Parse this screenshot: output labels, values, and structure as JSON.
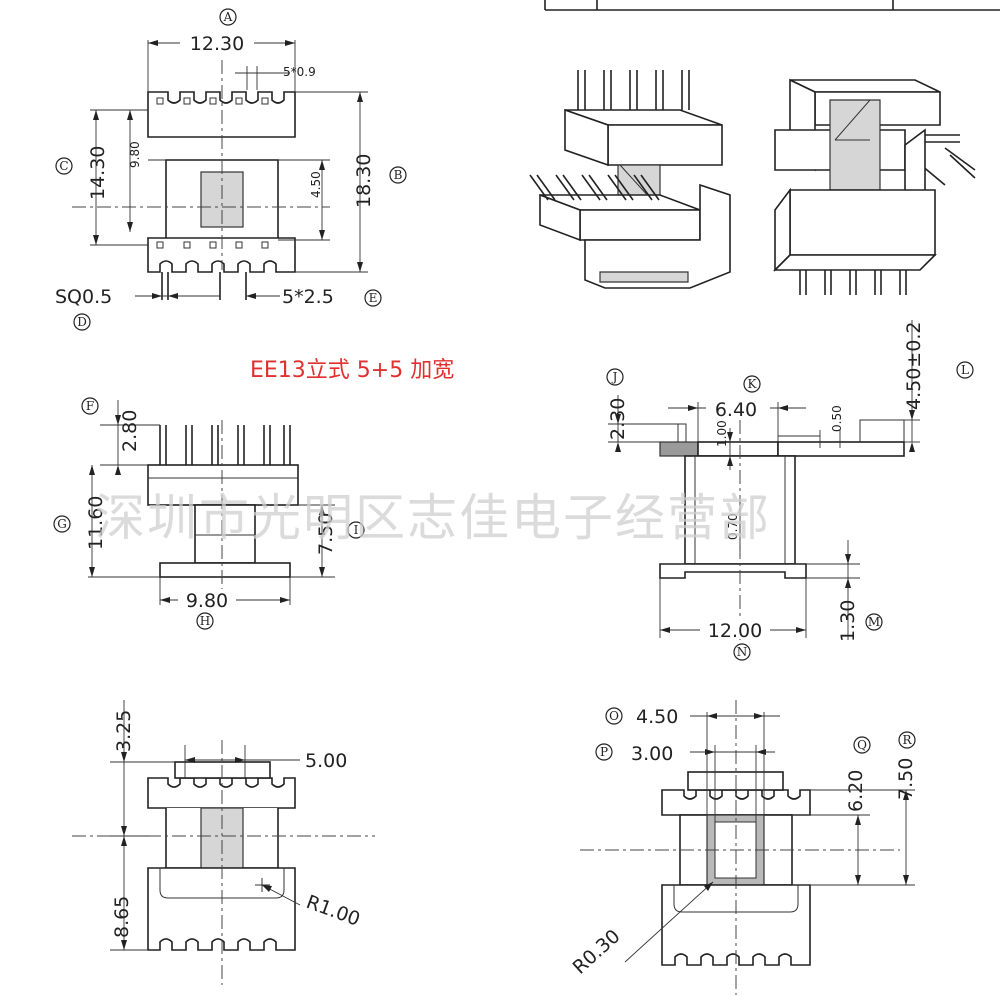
{
  "title": "EE13立式  5+5  加宽",
  "watermark": "深圳市光明区志佳电子经营部",
  "view_top_left": {
    "label_A": "A",
    "label_B": "B",
    "label_C": "C",
    "label_D": "D",
    "label_E": "E",
    "dim_width": "12.30",
    "dim_pin_space": "5*0.9",
    "dim_inner": "9.80",
    "dim_overall": "14.30",
    "dim_window": "4.50",
    "dim_height": "18.30",
    "dim_pin_sq": "SQ0.5",
    "dim_pitch": "5*2.5"
  },
  "view_side_left": {
    "label_F": "F",
    "label_G": "G",
    "label_H": "H",
    "label_I": "I",
    "dim_pin_len": "2.80",
    "dim_body_h": "11.60",
    "dim_core_h": "7.50",
    "dim_base_w": "9.80"
  },
  "view_side_right": {
    "label_J": "J",
    "label_K": "K",
    "label_L": "L",
    "label_M": "M",
    "label_N": "N",
    "dim_pin_top": "2.30",
    "dim_top_w": "6.40",
    "dim_flange": "1.00",
    "dim_pin_off": "0.50",
    "dim_pin_h": "4.50±0.2",
    "dim_wall": "0.70",
    "dim_base": "12.00",
    "dim_base_h": "1.30"
  },
  "view_bottom_left": {
    "dim_top": "3.25",
    "dim_slot": "5.00",
    "dim_bottom": "8.65",
    "dim_radius": "R1.00"
  },
  "view_bottom_right": {
    "label_O": "O",
    "label_P": "P",
    "label_Q": "Q",
    "label_R": "R",
    "dim_outer": "4.50",
    "dim_inner": "3.00",
    "dim_win_h": "6.20",
    "dim_total_h": "7.50",
    "dim_radius": "R0.30"
  }
}
